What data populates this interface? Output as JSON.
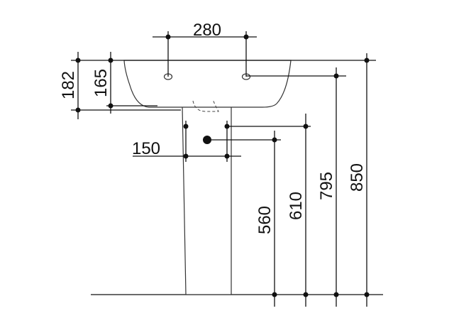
{
  "drawing": {
    "dimensions": {
      "tap_hole_spacing": "280",
      "waste_offset": "150",
      "rim_height_182": "182",
      "rim_height_165": "165",
      "height_560": "560",
      "height_610": "610",
      "height_795": "795",
      "height_850": "850"
    }
  }
}
